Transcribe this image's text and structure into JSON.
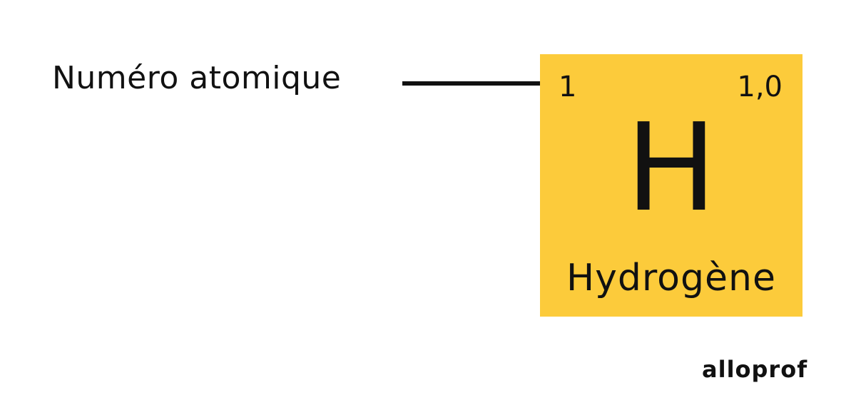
{
  "colors": {
    "tile_background": "#fccb3b",
    "text": "#111111",
    "background": "#ffffff"
  },
  "annotation": {
    "label": "Numéro atomique"
  },
  "element": {
    "atomic_number": "1",
    "atomic_mass": "1,0",
    "symbol": "H",
    "name": "Hydrogène"
  },
  "brand": {
    "logo_text": "alloprof"
  }
}
